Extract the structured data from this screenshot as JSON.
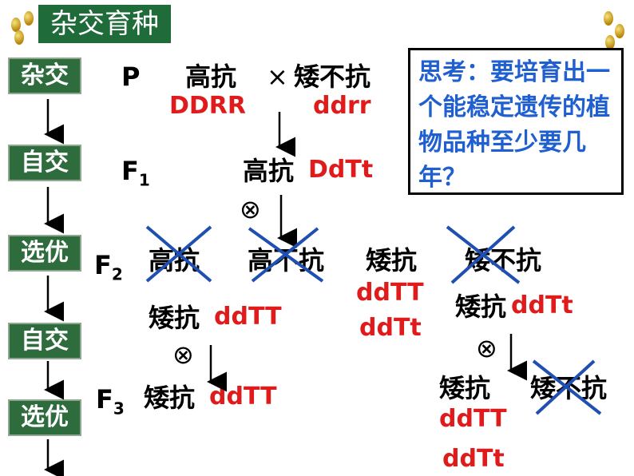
{
  "title": "杂交育种",
  "steps": [
    "杂交",
    "自交",
    "选优",
    "自交",
    "选优"
  ],
  "generations": {
    "P": "P",
    "F1": "F",
    "F1_sub": "1",
    "F2": "F",
    "F2_sub": "2",
    "F3": "F",
    "F3_sub": "3"
  },
  "symbols": {
    "cross": "×",
    "self": "⊗"
  },
  "parents": {
    "left_phenotype": "高抗",
    "left_genotype": "DDRR",
    "right_phenotype": "矮不抗",
    "right_genotype": "ddrr"
  },
  "f1": {
    "phenotype": "高抗",
    "genotype": "DdTt"
  },
  "f2": {
    "phenotypes": [
      "高抗",
      "高不抗",
      "矮抗",
      "矮不抗"
    ],
    "selected_genotypes": [
      "ddTT",
      "ddTt"
    ],
    "left_branch": {
      "phenotype": "矮抗",
      "genotype": "ddTT"
    },
    "right_branch": {
      "phenotype": "矮抗",
      "genotype": "ddTt"
    }
  },
  "f3": {
    "left": {
      "phenotype": "矮抗",
      "genotype": "ddTT"
    },
    "right_phenotype": "矮抗",
    "right_genotypes": [
      "ddTT",
      "ddTt"
    ],
    "right_rejected": "矮不抗"
  },
  "question": "思考：要培育出一个能稳定遗传的植物品种至少要几年？",
  "colors": {
    "genotype": "#e01b1b",
    "question": "#1f5fcf",
    "cross_out": "#1f4fb0",
    "step_box": "#2e6b3d"
  }
}
